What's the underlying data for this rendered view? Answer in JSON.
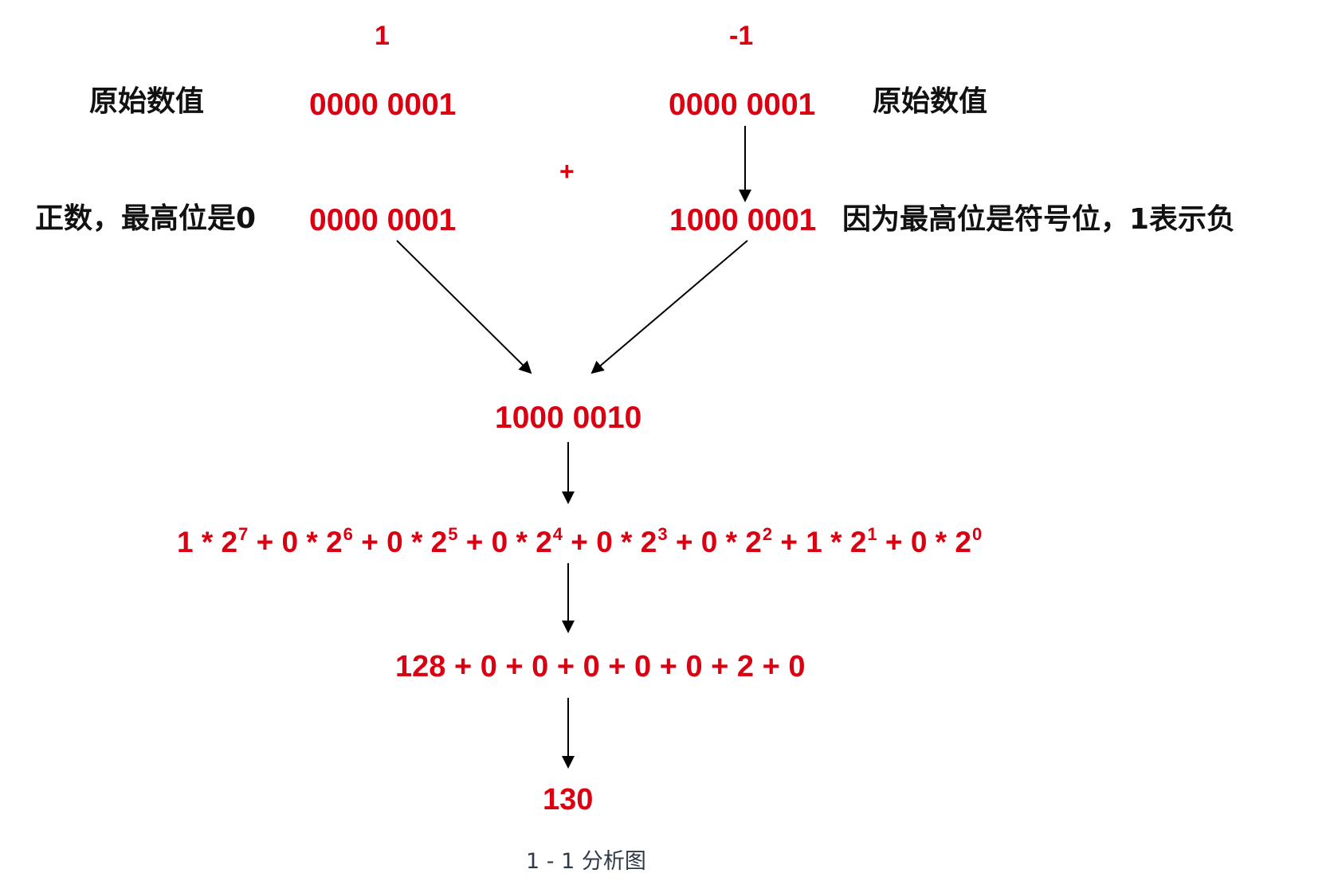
{
  "diagram": {
    "left_column": {
      "title": "1",
      "original_label": "原始数值",
      "original_binary": "0000 0001",
      "positive_label": "正数，最高位是0",
      "positive_binary": "0000 0001"
    },
    "right_column": {
      "title": "-1",
      "original_label": "原始数值",
      "original_binary": "0000 0001",
      "negative_label": "因为最高位是符号位，1表示负",
      "negative_binary": "1000 0001"
    },
    "plus_sign": "+",
    "sum_binary": "1000 0010",
    "expansion_terms": [
      {
        "coef": "1",
        "base": "2",
        "exp": "7"
      },
      {
        "coef": "0",
        "base": "2",
        "exp": "6"
      },
      {
        "coef": "0",
        "base": "2",
        "exp": "5"
      },
      {
        "coef": "0",
        "base": "2",
        "exp": "4"
      },
      {
        "coef": "0",
        "base": "2",
        "exp": "3"
      },
      {
        "coef": "0",
        "base": "2",
        "exp": "2"
      },
      {
        "coef": "1",
        "base": "2",
        "exp": "1"
      },
      {
        "coef": "0",
        "base": "2",
        "exp": "0"
      }
    ],
    "expansion_text": "1 * 2^7 + 0 * 2^6 + 0 * 2^5 + 0 * 2^4 + 0 * 2^3 + 0 * 2^2 + 1 * 2^1 + 0 * 2^0",
    "sum_values": "128 + 0 + 0 + 0 + 0 + 0 + 2 + 0",
    "result": "130",
    "caption": "1 - 1 分析图",
    "colors": {
      "value_red": "#DB0011",
      "label_black": "#111111",
      "arrow_black": "#000000",
      "caption_gray": "#2f3a48"
    }
  }
}
